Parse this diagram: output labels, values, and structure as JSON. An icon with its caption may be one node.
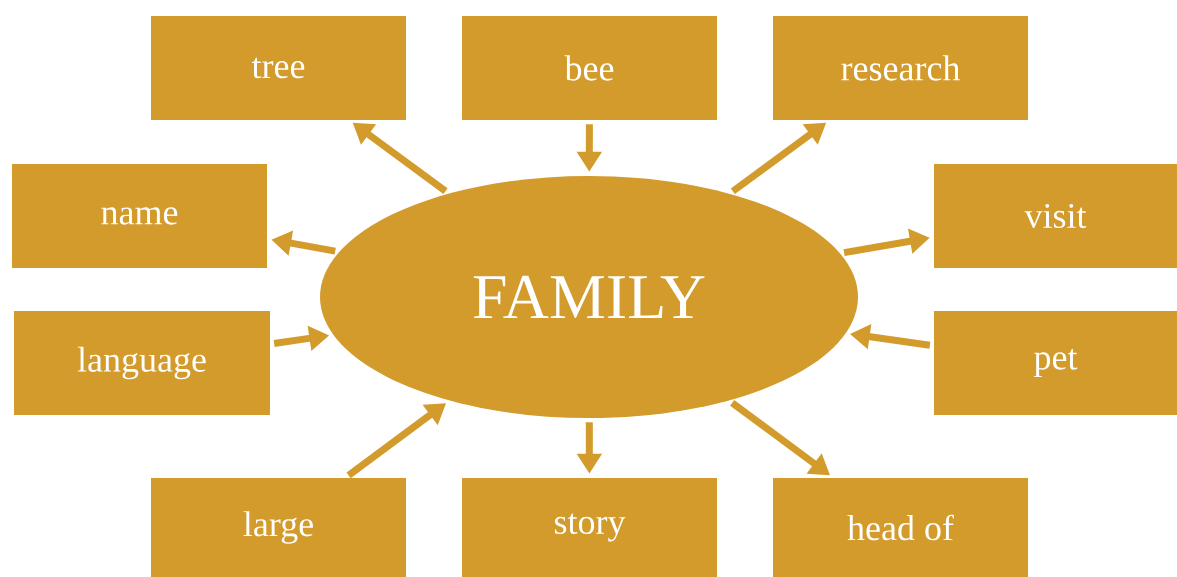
{
  "diagram": {
    "nodes": [
      {
        "text": [
          "tree"
        ]
      },
      {
        "text": [
          "bee"
        ]
      },
      {
        "text": [
          "research"
        ]
      },
      {
        "text": [
          "name"
        ]
      },
      {
        "text": [
          "FAMILY"
        ]
      },
      {
        "text": [
          "visit"
        ]
      },
      {
        "text": [
          "language"
        ]
      },
      {
        "text": [
          "pet"
        ]
      },
      {
        "text": [
          "large"
        ]
      },
      {
        "text": [
          "story"
        ]
      },
      {
        "text": [
          "head of"
        ]
      }
    ],
    "edges": [
      {
        "from": 4,
        "to": 0,
        "arrow": "to"
      },
      {
        "from": 1,
        "to": 4,
        "arrow": "to"
      },
      {
        "from": 4,
        "to": 2,
        "arrow": "to"
      },
      {
        "from": 4,
        "to": 3,
        "arrow": "to"
      },
      {
        "from": 4,
        "to": 5,
        "arrow": "to"
      },
      {
        "from": 6,
        "to": 4,
        "arrow": "to"
      },
      {
        "from": 7,
        "to": 4,
        "arrow": "to"
      },
      {
        "from": 8,
        "to": 4,
        "arrow": "to"
      },
      {
        "from": 4,
        "to": 9,
        "arrow": "to"
      },
      {
        "from": 4,
        "to": 10,
        "arrow": "to"
      }
    ]
  }
}
